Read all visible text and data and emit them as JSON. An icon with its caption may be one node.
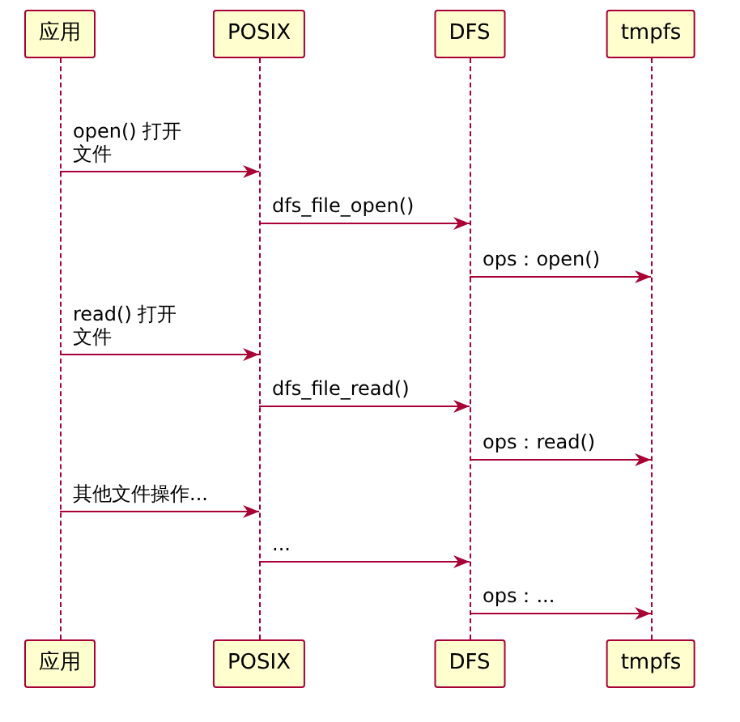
{
  "diagram": {
    "nodes": [
      {
        "text": [
          "应用"
        ]
      },
      {
        "text": [
          "POSIX"
        ]
      },
      {
        "text": [
          "DFS"
        ]
      },
      {
        "text": [
          "tmpfs"
        ]
      },
      {
        "text": [],
        "shape": "line"
      },
      {
        "text": [],
        "shape": "line"
      },
      {
        "text": [],
        "shape": "line"
      },
      {
        "text": [],
        "shape": "line"
      },
      {
        "text": [
          "应用"
        ]
      },
      {
        "text": [
          "POSIX"
        ]
      },
      {
        "text": [
          "DFS"
        ]
      },
      {
        "text": [
          "tmpfs"
        ]
      }
    ],
    "edges": [
      {
        "from": 4,
        "to": 5,
        "arrow": "to",
        "label": "open() 打开文件"
      },
      {
        "from": 5,
        "to": 6,
        "arrow": "to",
        "label": "dfs_file_open()"
      },
      {
        "from": 6,
        "to": 7,
        "arrow": "to",
        "label": "ops：open()"
      },
      {
        "from": 4,
        "to": 5,
        "arrow": "to",
        "label": "read() 打开文件"
      },
      {
        "from": 5,
        "to": 6,
        "arrow": "to",
        "label": "dfs_file_read()"
      },
      {
        "from": 6,
        "to": 7,
        "arrow": "to",
        "label": "ops：read()"
      },
      {
        "from": 4,
        "to": 5,
        "arrow": "to",
        "label": "其他文件操作..."
      },
      {
        "from": 5,
        "to": 6,
        "arrow": "to",
        "label": "..."
      },
      {
        "from": 6,
        "to": 7,
        "arrow": "to",
        "label": "ops：..."
      }
    ]
  }
}
